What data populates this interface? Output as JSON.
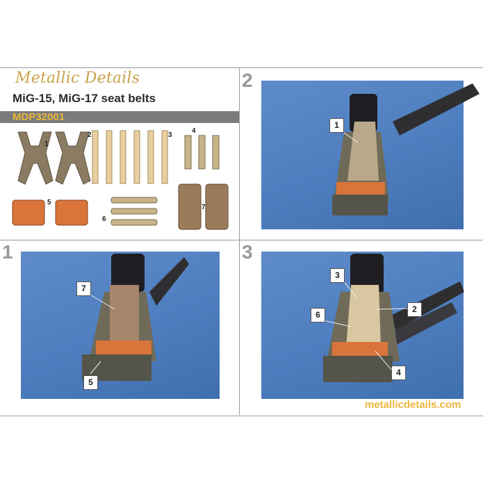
{
  "brand": "Metallic Details",
  "title": "MiG-15, MiG-17 seat belts",
  "code": "MDP32001",
  "website": "metallicdetails.com",
  "panels": {
    "top_right": "2",
    "bottom_left": "1",
    "bottom_right": "3"
  },
  "parts_labels": {
    "p1": "1",
    "p2": "2",
    "p3": "3",
    "p4": "4",
    "p5": "5",
    "p6": "6",
    "p7": "7"
  },
  "callouts": {
    "panel2": [
      "1"
    ],
    "panel1": [
      "7",
      "5"
    ],
    "panel3": [
      "3",
      "2",
      "6",
      "4"
    ]
  },
  "colors": {
    "accent": "#e9b73b",
    "brand": "#c8a24a",
    "photo_bg": "#4f7fc0",
    "code_bar": "#7b7b7b",
    "divider": "#9a9a9a"
  }
}
